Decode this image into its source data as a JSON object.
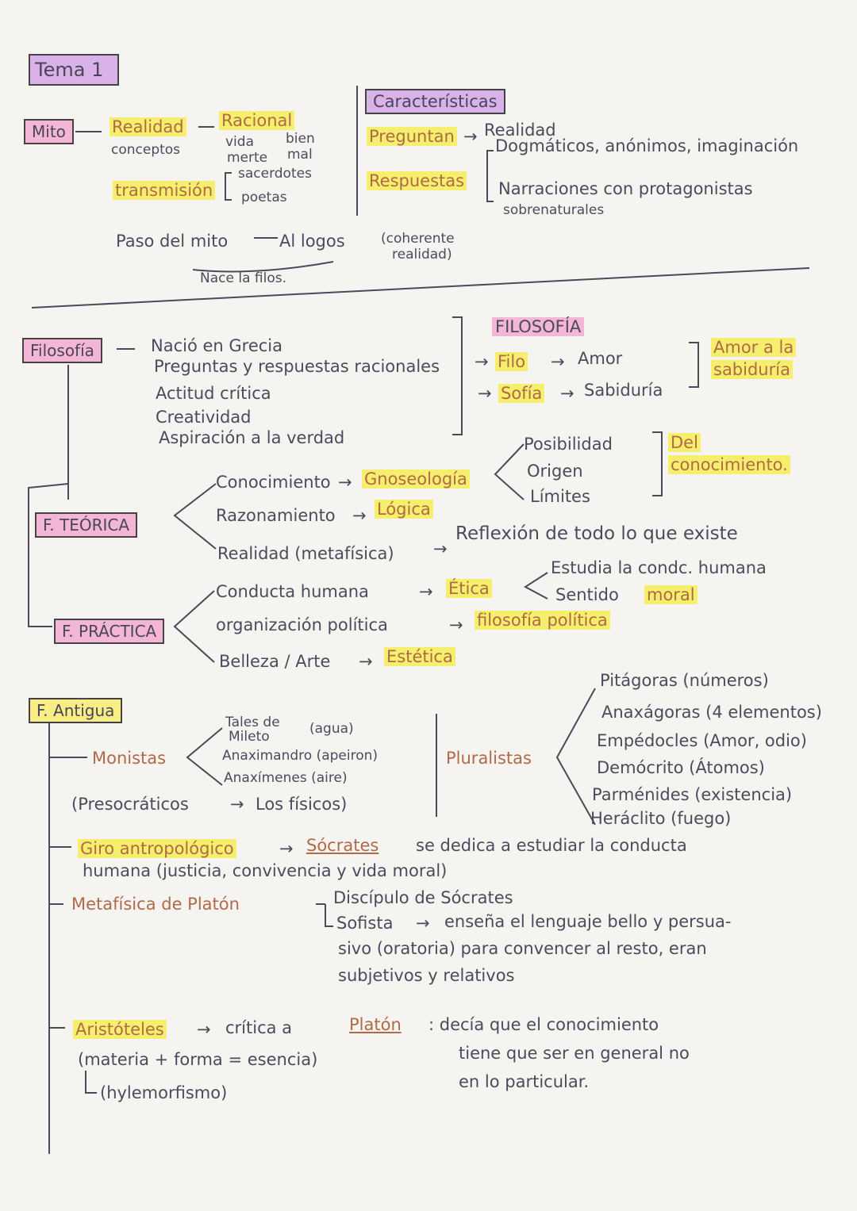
{
  "tema": "Tema 1",
  "mito": {
    "label": "Mito",
    "realidad": "Realidad",
    "racional": "Racional",
    "conceptos": "conceptos",
    "vida": "vida",
    "bien": "bien",
    "muerte": "merte",
    "mal": "mal",
    "transmision": "transmisión",
    "sacerdotes": "sacerdotes",
    "poetas": "poetas",
    "caracteristicas": "Características",
    "preguntan": "Preguntan",
    "realidad2": "Realidad",
    "respuestas": "Respuestas",
    "dogmaticos": "Dogmáticos, anónimos, imaginación",
    "narraciones": "Narraciones con protagonistas",
    "sobrenaturales": "sobrenaturales",
    "paso": "Paso del mito",
    "logos": "Al logos",
    "coherente": "(coherente",
    "realidad3": "realidad)",
    "nace": "Nace la filos."
  },
  "filosofia": {
    "label": "Filosofía",
    "items": [
      "Nació en Grecia",
      "Preguntas y respuestas racionales",
      "Actitud crítica",
      "Creatividad",
      "Aspiración a la verdad"
    ],
    "title": "FILOSOFÍA",
    "filo": "Filo",
    "amor": "Amor",
    "sofia": "Sofía",
    "sabiduria": "Sabiduría",
    "amor_a_la": "Amor a la",
    "sabiduria2": "sabiduría"
  },
  "teorica": {
    "label": "F. TEÓRICA",
    "conocimiento": "Conocimiento",
    "gnoseologia": "Gnoseología",
    "posibilidad": "Posibilidad",
    "origen": "Origen",
    "limites": "Límites",
    "del": "Del",
    "del_conocimiento": "conocimiento.",
    "razonamiento": "Razonamiento",
    "logica": "Lógica",
    "realidad": "Realidad (metafísica)",
    "reflexion": "Reflexión de todo lo que existe"
  },
  "practica": {
    "label": "F. PRÁCTICA",
    "conducta": "Conducta humana",
    "etica": "Ética",
    "estudia": "Estudia la condc. humana",
    "sentido": "Sentido",
    "moral": "moral",
    "organizacion": "organización política",
    "fil_politica": "filosofía política",
    "belleza": "Belleza / Arte",
    "estetica": "Estética"
  },
  "antigua": {
    "label": "F. Antigua",
    "monistas": "Monistas",
    "tales": "Tales de",
    "mileto": "Mileto",
    "agua": "(agua)",
    "anaximandro": "Anaximandro (apeiron)",
    "anaximenes": "Anaxímenes (aire)",
    "presocraticos": "(Presocráticos",
    "fisicos": "Los físicos)",
    "pluralistas": "Pluralistas",
    "plural_items": [
      "Pitágoras (números)",
      "Anaxágoras (4 elementos)",
      "Empédocles (Amor, odio)",
      "Demócrito (Átomos)",
      "Parménides (existencia)",
      "Heráclito (fuego)"
    ],
    "giro": "Giro antropológico",
    "socrates": "Sócrates",
    "giro_text1": "se dedica a estudiar la conducta",
    "giro_text2": "humana (justicia, convivencia y vida moral)",
    "metafisica": "Metafísica de Platón",
    "discipulo": "Discípulo de Sócrates",
    "sofista": "Sofista",
    "sofista_text1": "enseña el lenguaje bello y persua-",
    "sofista_text2": "sivo (oratoria) para convencer al resto, eran",
    "sofista_text3": "subjetivos y relativos",
    "aristoteles": "Aristóteles",
    "critica": "crítica a",
    "platon": "Platón",
    "decia1": ": decía que el conocimiento",
    "decia2": "tiene que ser en general no",
    "decia3": "en lo particular.",
    "materia": "(materia + forma = esencia)",
    "hylemorfismo": "(hylemorfismo)"
  }
}
